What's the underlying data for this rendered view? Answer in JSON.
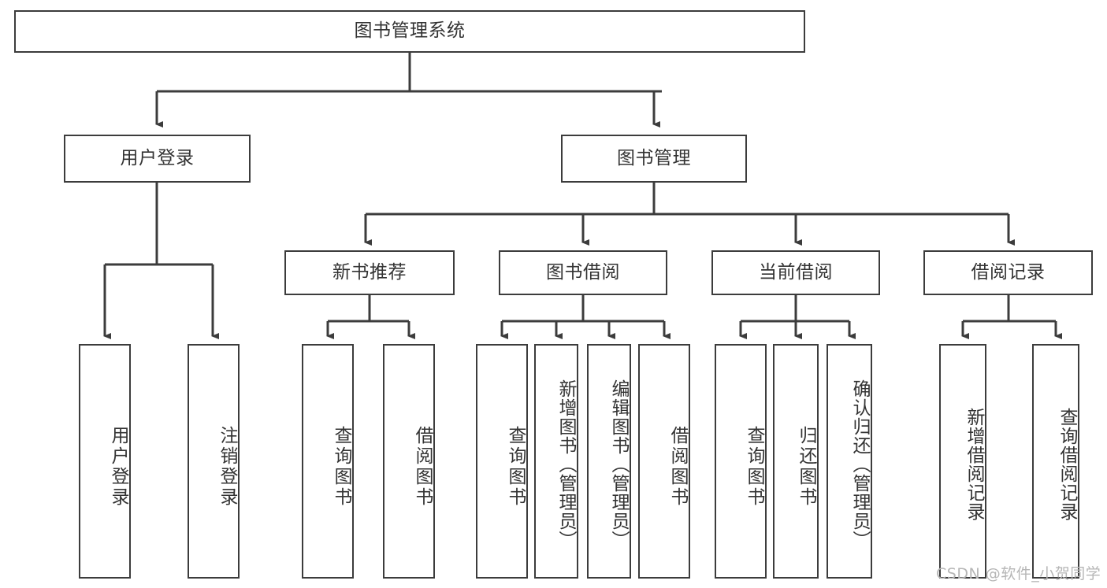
{
  "diagram": {
    "type": "tree",
    "title": "图书管理系统",
    "root": {
      "label": "图书管理系统"
    },
    "level2": [
      {
        "label": "用户登录"
      },
      {
        "label": "图书管理"
      }
    ],
    "level3": [
      {
        "label": "新书推荐"
      },
      {
        "label": "图书借阅"
      },
      {
        "label": "当前借阅"
      },
      {
        "label": "借阅记录"
      }
    ],
    "leaves": {
      "user_login": [
        {
          "label": "用户登录"
        },
        {
          "label": "注销登录"
        }
      ],
      "new_book": [
        {
          "label": "查询图书"
        },
        {
          "label": "借阅图书"
        }
      ],
      "book_borrow": [
        {
          "label": "查询图书"
        },
        {
          "label": "新增图书（管理员）"
        },
        {
          "label": "编辑图书（管理员）"
        },
        {
          "label": "借阅图书"
        }
      ],
      "current_borrow": [
        {
          "label": "查询图书"
        },
        {
          "label": "归还图书"
        },
        {
          "label": "确认归还（管理员）"
        }
      ],
      "borrow_record": [
        {
          "label": "新增借阅记录"
        },
        {
          "label": "查询借阅记录"
        }
      ]
    }
  },
  "watermark": {
    "text": "CSDN @软件_小贺同学"
  },
  "colors": {
    "stroke": "#3c3c3c",
    "text": "#333333",
    "background": "#ffffff",
    "watermark": "#b6b6b6"
  }
}
